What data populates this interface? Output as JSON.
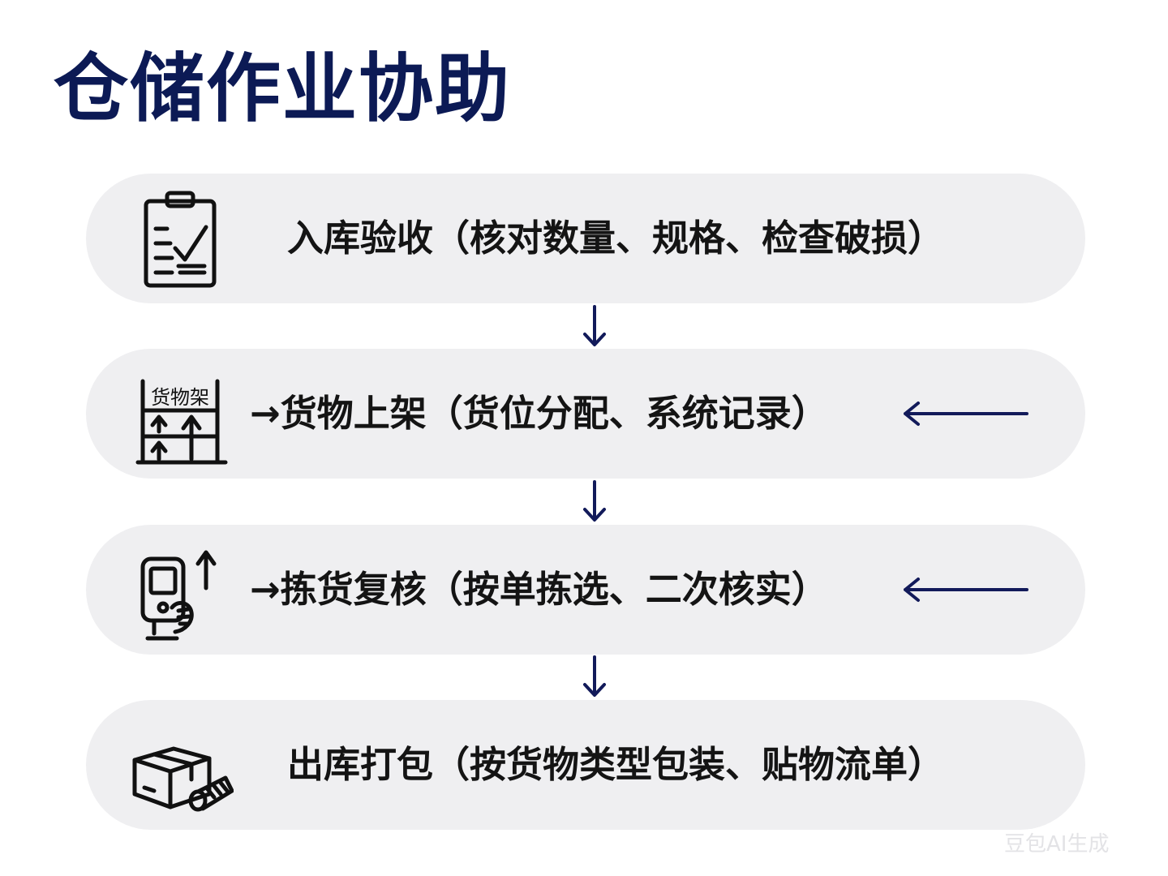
{
  "title": "仓储作业协助",
  "steps": [
    {
      "prefix": "",
      "label": "入库验收",
      "detail": "（核对数量、规格、检查破损）",
      "icon": "clipboard-check-icon"
    },
    {
      "prefix": "→",
      "label": "货物上架",
      "detail": "（货位分配、系统记录）",
      "icon": "shelf-icon",
      "icon_text": "货物架"
    },
    {
      "prefix": "→",
      "label": "拣货复核",
      "detail": "（按单拣选、二次核实）",
      "icon": "scanner-hand-icon"
    },
    {
      "prefix": "",
      "label": "出库打包",
      "detail": "（按货物类型包装、贴物流单）",
      "icon": "package-tape-icon"
    }
  ],
  "colors": {
    "title": "#0c1a55",
    "arrow": "#121a5a",
    "pill_background": "#efeff1",
    "text": "#141414"
  },
  "watermark": "豆包AI生成"
}
